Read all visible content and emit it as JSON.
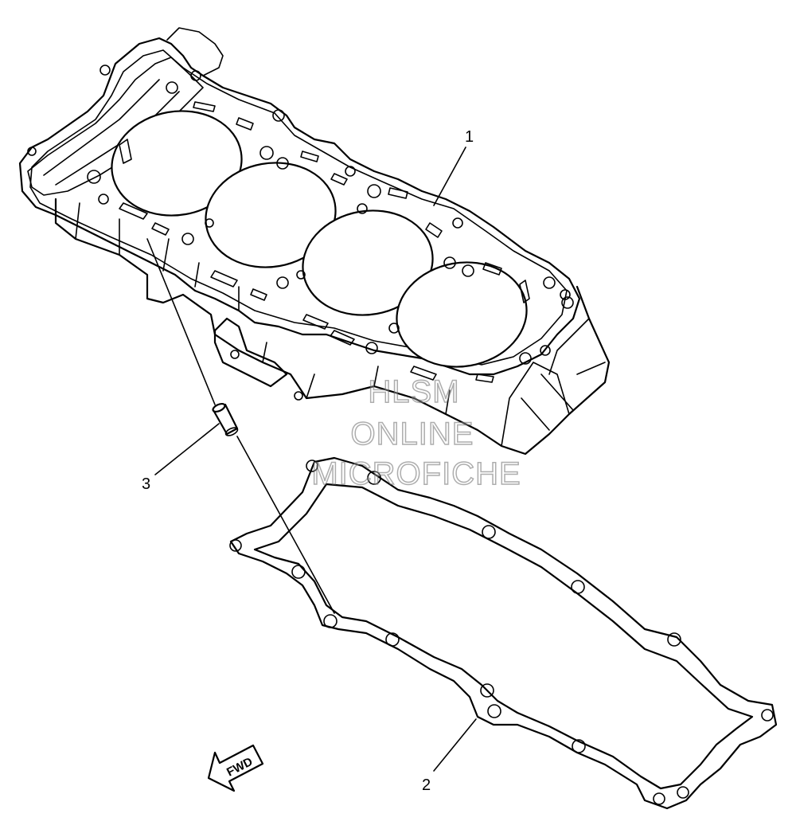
{
  "callouts": {
    "cylinder": "1",
    "gasket": "2",
    "dowel_pin": "3"
  },
  "direction_arrow": {
    "label": "FWD",
    "icon": "forward-arrow-icon"
  },
  "watermark": {
    "line1": "HLSM",
    "line2": "ONLINE",
    "line3": "MICROFICHE"
  }
}
